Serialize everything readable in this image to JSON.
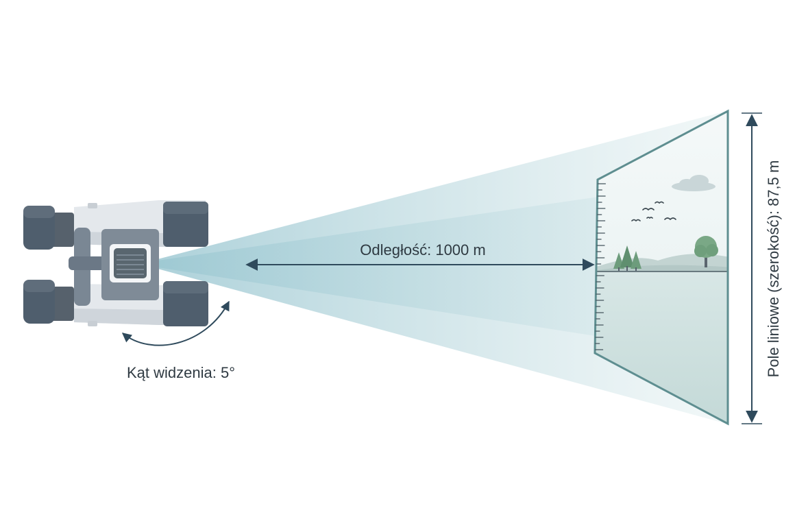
{
  "labels": {
    "distance": "Odległość: 1000 m",
    "angle": "Kąt widzenia: 5°",
    "field_width": "Pole liniowe (szerokość): 87,5 m"
  },
  "colors": {
    "binocular_dark": "#4f5e6d",
    "binocular_light": "#e6e9ed",
    "beam_light": "#e3f0f2",
    "beam_mid": "#c2dde3",
    "frame_edge": "#5e8e90",
    "arrow": "#2f4a5c",
    "landscape_sky": "#eef5f5",
    "landscape_ground": "#cfe0df",
    "hills": "#b9ccca",
    "tree_green": "#7aa886"
  },
  "icons": {
    "binoculars": "binoculars-icon",
    "trees": "pine-trees-icon",
    "tree": "deciduous-tree-icon",
    "birds": "birds-icon",
    "cloud": "cloud-icon"
  }
}
